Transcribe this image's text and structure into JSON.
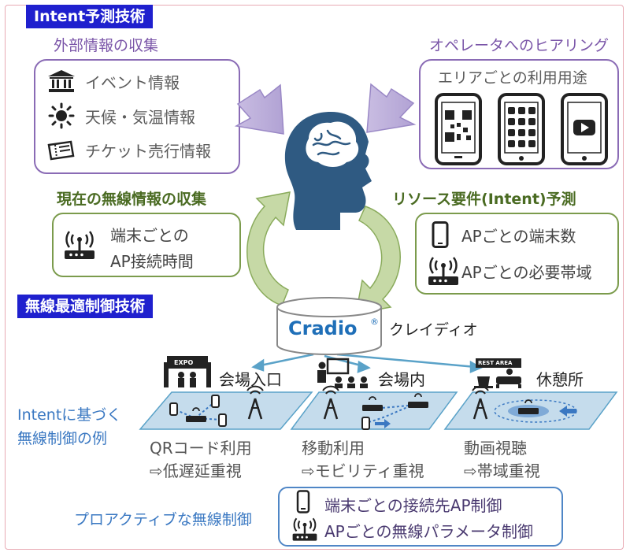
{
  "sections": {
    "intent_tag": "Intent予測技術",
    "radio_tag": "無線最適制御技術"
  },
  "external_info": {
    "title": "外部情報の収集",
    "items": [
      "イベント情報",
      "天候・気温情報",
      "チケット売行情報"
    ]
  },
  "operator": {
    "title": "オペレータへのヒアリング",
    "subtitle": "エリアごとの利用用途"
  },
  "current_radio": {
    "title": "現在の無線情報の収集",
    "line1": "端末ごとの",
    "line2": "AP接続時間"
  },
  "resource": {
    "title": "リソース要件(Intent)予測",
    "items": [
      "APごとの端末数",
      "APごとの必要帯域"
    ]
  },
  "cradio": {
    "logo": "Cradio",
    "mark": "®",
    "reading": "クレイディオ"
  },
  "scenes": [
    {
      "label": "会場入口",
      "sign": "EXPO",
      "use": "QRコード利用",
      "effect": "⇨低遅延重視"
    },
    {
      "label": "会場内",
      "use": "移動利用",
      "effect": "⇨モビリティ重視"
    },
    {
      "label": "休憩所",
      "sign": "REST AREA",
      "use": "動画視聴",
      "effect": "⇨帯域重視"
    }
  ],
  "example": {
    "line1": "Intentに基づく",
    "line2": "無線制御の例"
  },
  "proactive": {
    "title": "プロアクティブな無線制御",
    "items": [
      "端末ごとの接続先AP制御",
      "APごとの無線パラメータ制御"
    ]
  },
  "colors": {
    "tag_bg": "#1f20ce",
    "purple": "#8a6bb5",
    "green": "#7b9b4c",
    "blue": "#4f86c6",
    "head": "#2f5a82"
  }
}
